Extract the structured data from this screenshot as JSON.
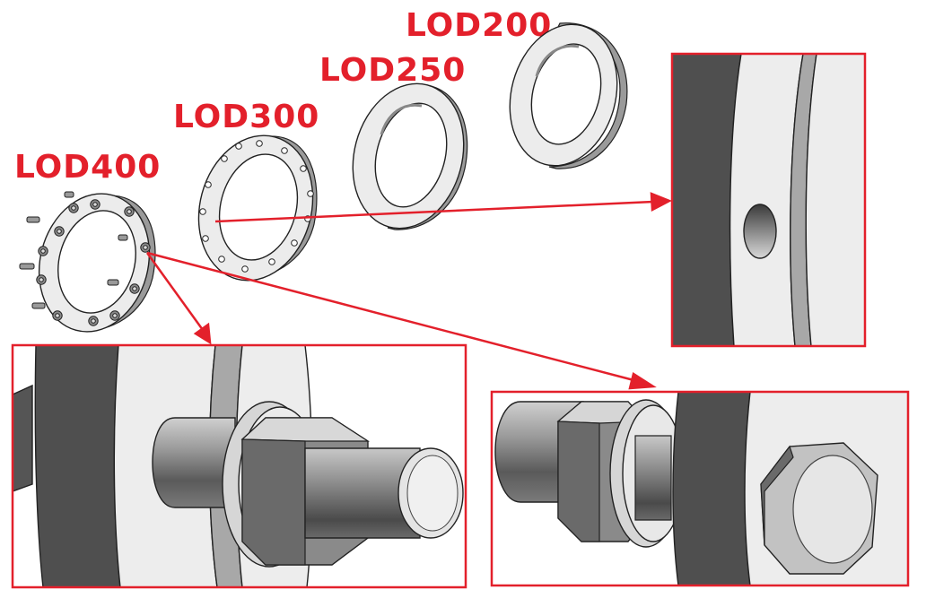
{
  "labels": {
    "lod400": "LOD400",
    "lod300": "LOD300",
    "lod250": "LOD250",
    "lod200": "LOD200"
  },
  "colors": {
    "accent": "#e3202b",
    "face_light": "#e9e9e9",
    "face_dark": "#505050",
    "edge": "#222222"
  }
}
